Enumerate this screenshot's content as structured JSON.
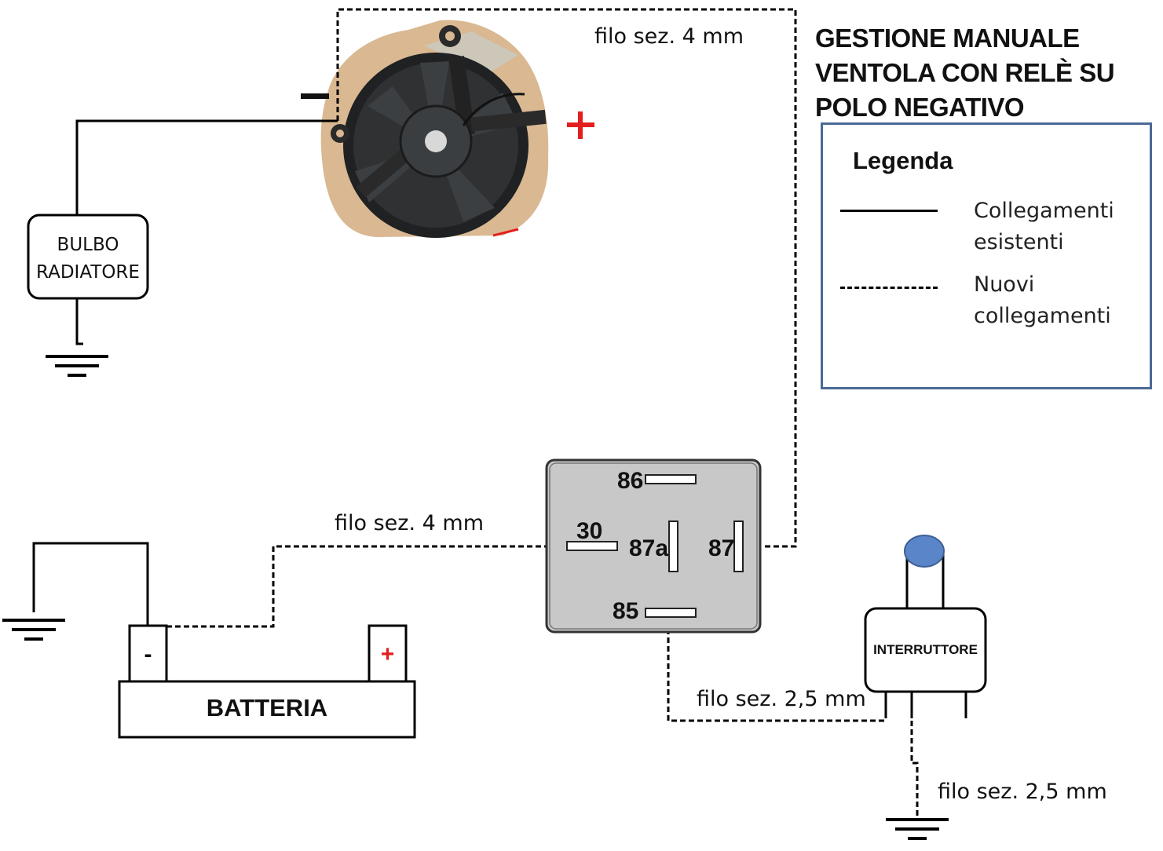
{
  "title": {
    "line1": "GESTIONE MANUALE",
    "line2": "VENTOLA CON RELÈ SU",
    "line3": "POLO NEGATIVO"
  },
  "legend": {
    "title": "Legenda",
    "items": [
      {
        "line1": "Collegamenti",
        "line2": "esistenti",
        "style": "solid"
      },
      {
        "line1": "Nuovi",
        "line2": "collegamenti",
        "style": "dashed"
      }
    ]
  },
  "fan": {
    "icon": "cooling-fan-icon",
    "minus": "−",
    "plus": "+"
  },
  "bulbo": {
    "line1": "BULBO",
    "line2": "RADIATORE"
  },
  "battery": {
    "label": "BATTERIA",
    "neg": "-",
    "pos": "+"
  },
  "relay": {
    "pin86": "86",
    "pin30": "30",
    "pin87a": "87a",
    "pin87": "87",
    "pin85": "85"
  },
  "switch": {
    "label": "INTERRUTTORE",
    "knob_color": "#5a85c8"
  },
  "wires": {
    "fan_to_relay": "filo sez. 4 mm",
    "battery_to_relay": "filo sez. 4 mm",
    "relay_to_switch": "filo sez. 2,5 mm",
    "switch_to_ground": "filo sez. 2,5 mm"
  },
  "colors": {
    "plus_red": "#e41e1e",
    "relay_fill": "#c8c8c8",
    "legend_border": "#4a6a96"
  }
}
